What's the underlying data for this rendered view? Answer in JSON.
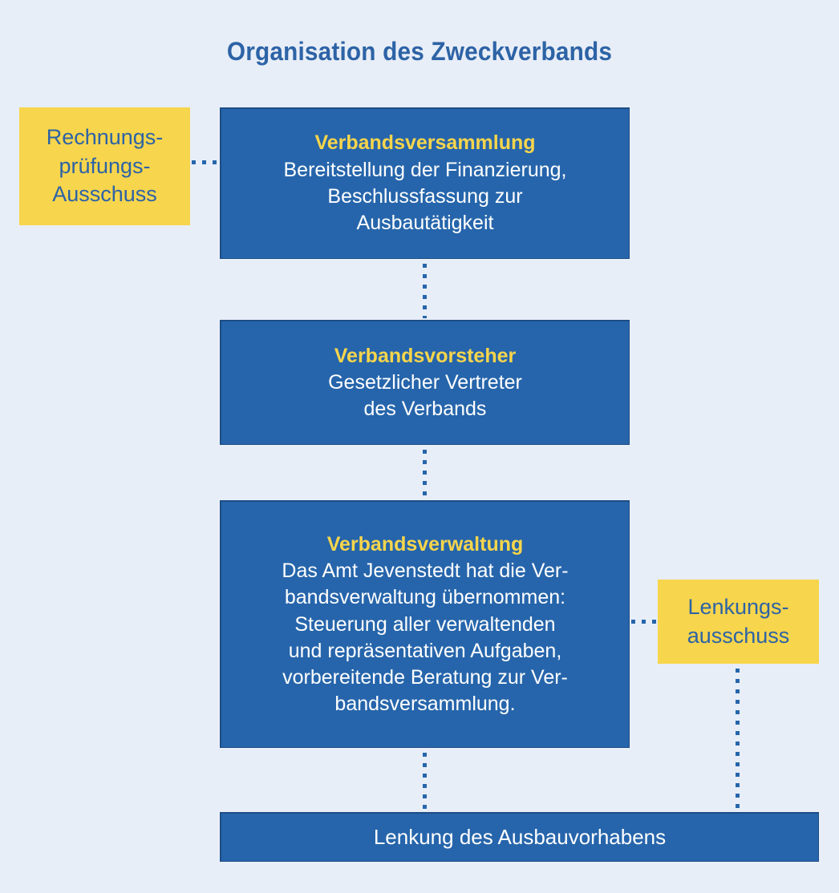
{
  "page": {
    "title": "Organisation des Zweckverbands",
    "background_color": "#e8eef7",
    "blue_color": "#2665ab",
    "yellow_color": "#f7d54c",
    "title_color": "#2d63a6",
    "body_text_color": "#ffffff"
  },
  "nodes": {
    "rechnungspruefungsausschuss": {
      "line1": "Rechnungs-",
      "line2": "prüfungs-",
      "line3": "Ausschuss"
    },
    "verbandsversammlung": {
      "heading": "Verbandsversammlung",
      "body": "Bereitstellung der Finanzierung,\nBeschlussfassung zur\nAusbautätigkeit"
    },
    "verbandsvorsteher": {
      "heading": "Verbandsvorsteher",
      "body": "Gesetzlicher Vertreter\ndes Verbands"
    },
    "verbandsverwaltung": {
      "heading": "Verbandsverwaltung",
      "body": "Das Amt Jevenstedt hat die Ver-\nbandsverwaltung übernommen:\nSteuerung aller verwaltenden\nund repräsentativen Aufgaben,\nvorbereitende Beratung zur Ver-\nbandsversammlung."
    },
    "lenkungsausschuss": {
      "line1": "Lenkungs-",
      "line2": "ausschuss"
    },
    "lenkung_ausbauvorhaben": {
      "label": "Lenkung des Ausbauvorhabens"
    }
  }
}
